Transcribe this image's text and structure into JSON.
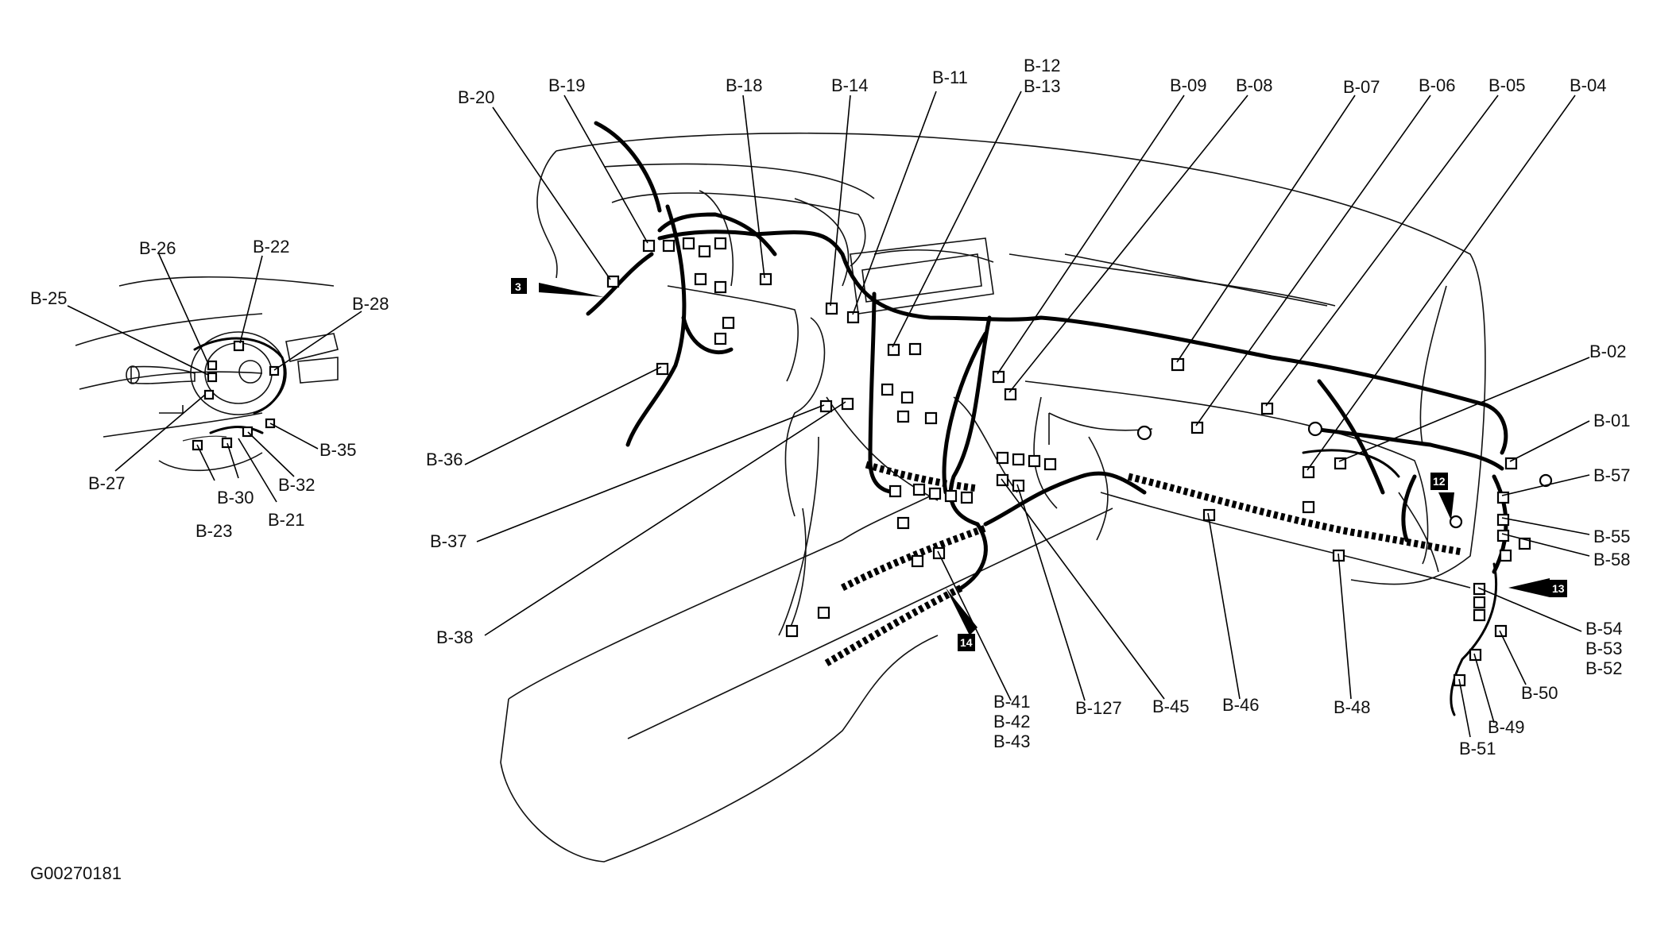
{
  "figure_code": "G00270181",
  "labels": {
    "b01": "B-01",
    "b02": "B-02",
    "b04": "B-04",
    "b05": "B-05",
    "b06": "B-06",
    "b07": "B-07",
    "b08": "B-08",
    "b09": "B-09",
    "b11": "B-11",
    "b12": "B-12",
    "b13": "B-13",
    "b14": "B-14",
    "b18": "B-18",
    "b19": "B-19",
    "b20": "B-20",
    "b21": "B-21",
    "b22": "B-22",
    "b23": "B-23",
    "b25": "B-25",
    "b26": "B-26",
    "b27": "B-27",
    "b28": "B-28",
    "b30": "B-30",
    "b32": "B-32",
    "b35": "B-35",
    "b36": "B-36",
    "b37": "B-37",
    "b38": "B-38",
    "b41": "B-41",
    "b42": "B-42",
    "b43": "B-43",
    "b45": "B-45",
    "b46": "B-46",
    "b48": "B-48",
    "b49": "B-49",
    "b50": "B-50",
    "b51": "B-51",
    "b52": "B-52",
    "b53": "B-53",
    "b54": "B-54",
    "b55": "B-55",
    "b57": "B-57",
    "b58": "B-58",
    "b127": "B-127"
  },
  "view_tags": {
    "v3": "3",
    "v12": "12",
    "v13": "13",
    "v14": "14"
  }
}
